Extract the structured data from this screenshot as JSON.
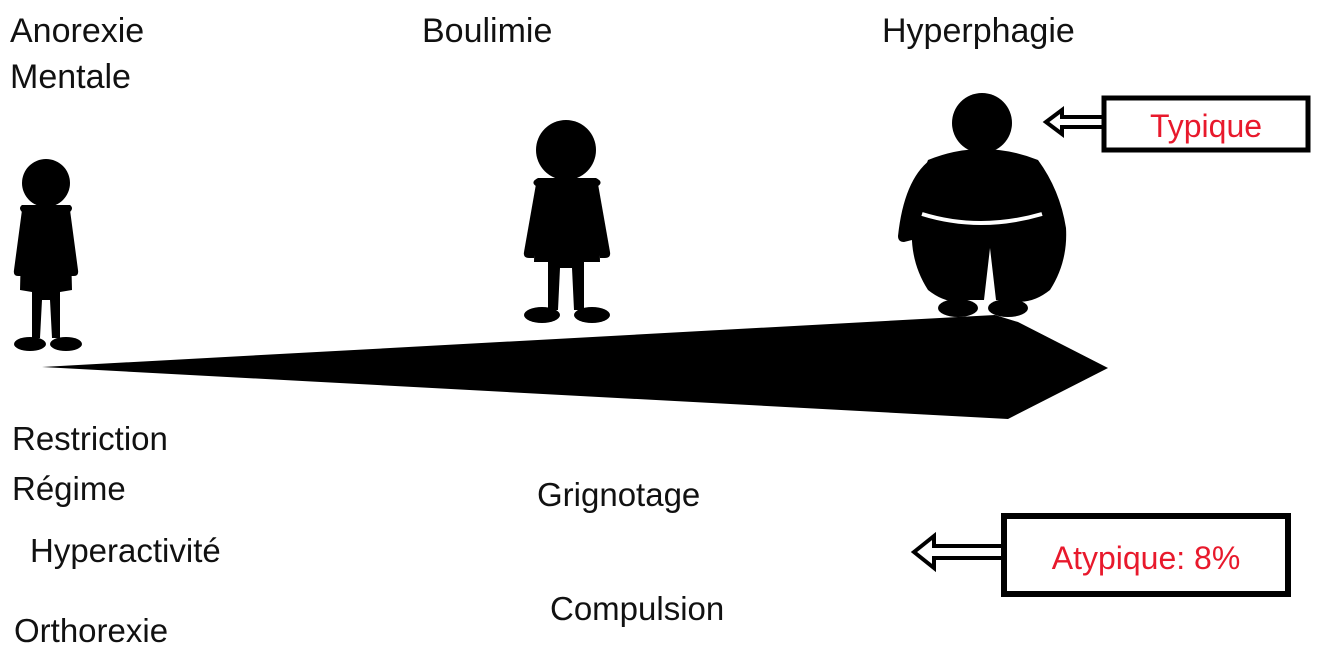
{
  "columns": {
    "anorexie": {
      "line1": "Anorexie",
      "line2": "Mentale"
    },
    "boulimie": {
      "label": "Boulimie"
    },
    "hyperphagie": {
      "label": "Hyperphagie"
    }
  },
  "behaviors_left": {
    "items": [
      "Restriction",
      "Régime",
      "Hyperactivité",
      "Orthorexie"
    ]
  },
  "behaviors_center": {
    "items": [
      "Grignotage",
      "Compulsion"
    ]
  },
  "callouts": {
    "typique": {
      "label": "Typique"
    },
    "atypique": {
      "label": "Atypique: 8%"
    }
  },
  "colors": {
    "silhouette": "#000000",
    "callout_text": "#e8192c",
    "callout_border": "#000000",
    "text": "#111111"
  },
  "icons": [
    "thin-person-icon",
    "medium-person-icon",
    "obese-person-icon",
    "hollow-arrow-icon",
    "wedge-arrow-icon"
  ]
}
